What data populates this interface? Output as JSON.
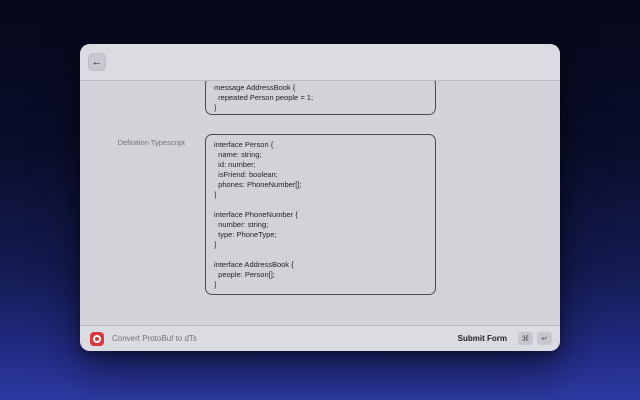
{
  "window": {
    "titlebar": {
      "back_button_glyph": "←"
    },
    "form": {
      "protobuf_field": {
        "visible_code": "message AddressBook {\n  repeated Person people = 1;\n}"
      },
      "typescript_field": {
        "label": "Definition Typescript",
        "code": "interface Person {\n  name: string;\n  id: number;\n  isFriend: boolean;\n  phones: PhoneNumber[];\n}\n\ninterface PhoneNumber {\n  number: string;\n  type: PhoneType;\n}\n\ninterface AddressBook {\n  people: Person[];\n}"
      }
    },
    "footer": {
      "command_title": "Convert ProtoBuf to dTs",
      "submit_label": "Submit Form",
      "shortcut_keys": [
        "⌘",
        "↵"
      ]
    }
  },
  "icons": {
    "back": "back-arrow-icon",
    "extension": "record-target-icon"
  },
  "colors": {
    "desktop_gradient_top": "#06081a",
    "desktop_gradient_bottom": "#2e3aa3",
    "window_background": "#d2d3d9",
    "bar_background": "#dbdce1",
    "code_border": "#4a4a50",
    "code_text": "#1e1e22",
    "muted_text": "#74757c",
    "extension_icon_red": "#d83a40"
  }
}
